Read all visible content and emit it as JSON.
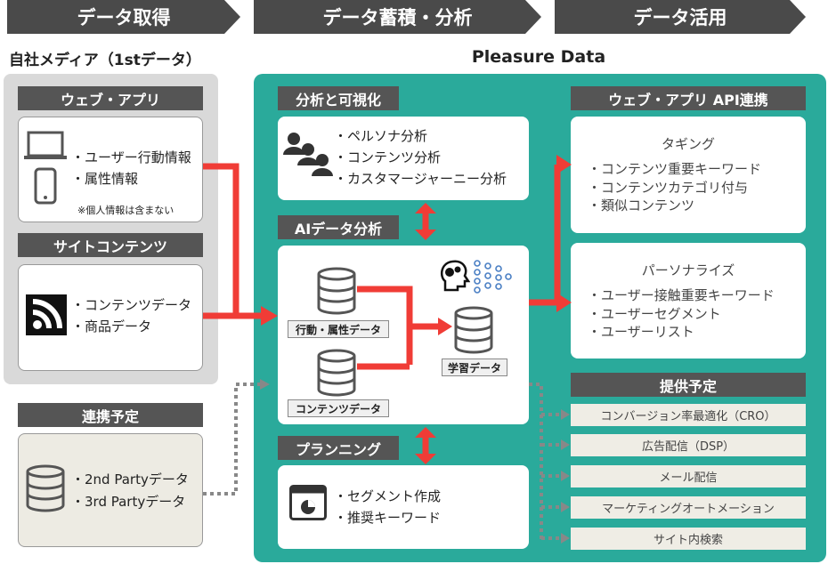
{
  "phases": [
    "データ取得",
    "データ蓄積・分析",
    "データ活用"
  ],
  "left_title": "自社メディア（1stデータ）",
  "center_title": "Pleasure Data",
  "web_app": {
    "header": "ウェブ・アプリ",
    "items": [
      "・ユーザー行動情報",
      "・属性情報"
    ],
    "note": "※個人情報は含まない"
  },
  "site_contents": {
    "header": "サイトコンテンツ",
    "items": [
      "・コンテンツデータ",
      "・商品データ"
    ]
  },
  "partner": {
    "header": "連携予定",
    "items": [
      "・2nd Partyデータ",
      "・3rd Partyデータ"
    ]
  },
  "analysis": {
    "header": "分析と可視化",
    "items": [
      "・ペルソナ分析",
      "・コンテンツ分析",
      "・カスタマージャーニー分析"
    ]
  },
  "ai": {
    "header": "AIデータ分析",
    "db1": "行動・属性データ",
    "db2": "コンテンツデータ",
    "db3": "学習データ"
  },
  "planning": {
    "header": "プランニング",
    "items": [
      "・セグメント作成",
      "・推奨キーワード"
    ]
  },
  "api": {
    "header": "ウェブ・アプリ API連携",
    "tagging": {
      "title": "タギング",
      "items": [
        "・コンテンツ重要キーワード",
        "・コンテンツカテゴリ付与",
        "・類似コンテンツ"
      ]
    },
    "personalize": {
      "title": "パーソナライズ",
      "items": [
        "・ユーザー接触重要キーワード",
        "・ユーザーセグメント",
        "・ユーザーリスト"
      ]
    }
  },
  "planned": {
    "header": "提供予定",
    "items": [
      "コンバージョン率最適化（CRO）",
      "広告配信（DSP）",
      "メール配信",
      "マーケティングオートメーション",
      "サイト内検索"
    ]
  },
  "colors": {
    "teal": "#2aaa9b",
    "red": "#f03c36",
    "dark": "#4a4a4a"
  }
}
